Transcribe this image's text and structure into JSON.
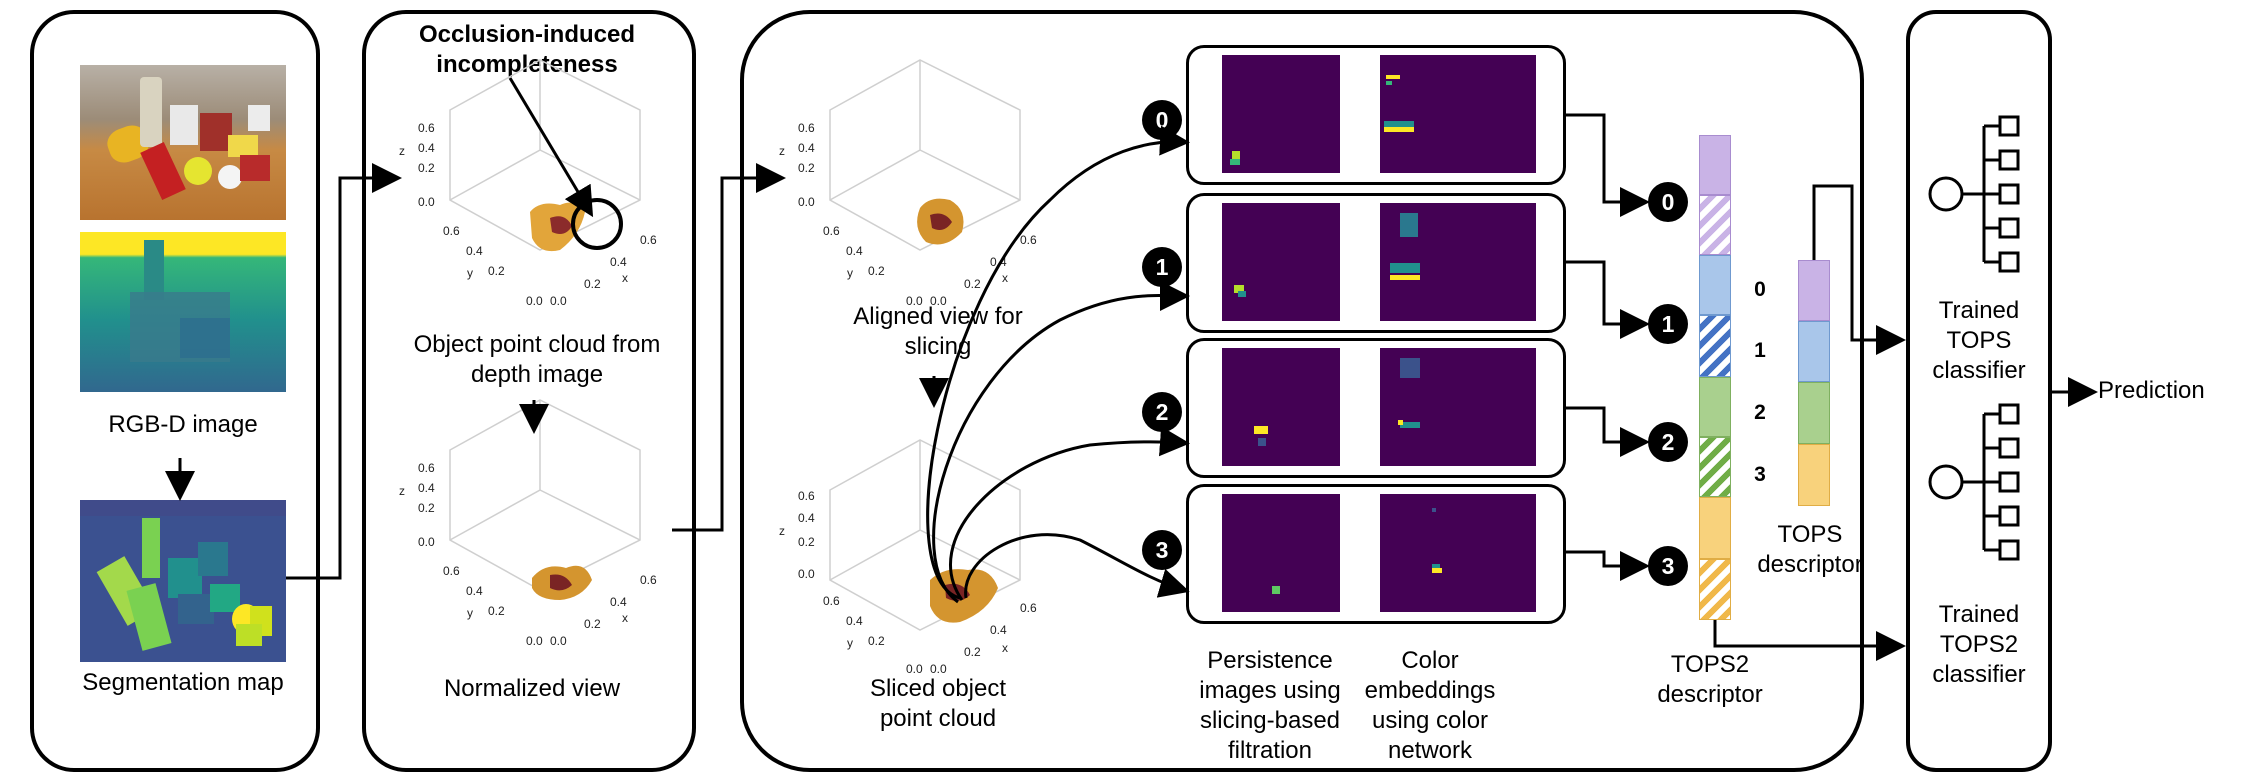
{
  "panel1": {
    "rgbd_label": "RGB-D image",
    "seg_label": "Segmentation map"
  },
  "panel2": {
    "occlusion_title": "Occlusion-induced incompleteness",
    "pc_caption": "Object point cloud from depth image",
    "norm_caption": "Normalized view"
  },
  "panel3": {
    "aligned_caption": "Aligned view for slicing",
    "sliced_caption": "Sliced object point cloud",
    "persistence_caption": "Persistence images using slicing-based filtration",
    "color_caption": "Color embeddings using color network",
    "slice_numbers": [
      "0",
      "1",
      "2",
      "3"
    ]
  },
  "axes": {
    "z_label": "z",
    "y_label": "y",
    "x_label": "x",
    "z_ticks": [
      "0.6",
      "0.4",
      "0.2",
      "0.0"
    ],
    "y_ticks": [
      "0.6",
      "0.4",
      "0.2",
      "0.0"
    ],
    "x_ticks": [
      "0.0",
      "0.2",
      "0.4",
      "0.6"
    ]
  },
  "descriptors": {
    "tops2_label": "TOPS2 descriptor",
    "tops_label": "TOPS descriptor",
    "tops_numbers": [
      "0",
      "1",
      "2",
      "3"
    ]
  },
  "panel4": {
    "tops_classifier": "Trained TOPS classifier",
    "tops2_classifier": "Trained TOPS2 classifier"
  },
  "prediction_label": "Prediction",
  "colors": {
    "viridis_bg": "#440154",
    "slice0": "#c9b3e6",
    "slice1": "#a9c6ea",
    "slice2": "#a9d08e",
    "slice3": "#f8d27c",
    "hatch1": "#4472c4"
  }
}
